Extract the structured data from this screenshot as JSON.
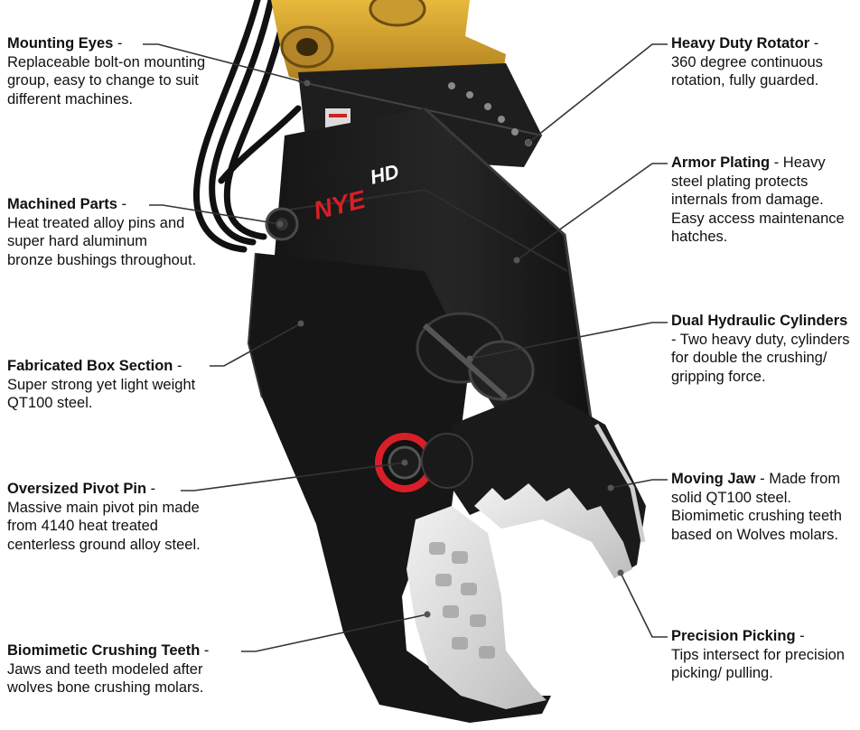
{
  "brand": {
    "logo": "NYE",
    "model": "HD"
  },
  "callouts": {
    "mounting_eyes": {
      "title": "Mounting Eyes",
      "dash": "-",
      "desc": "Replaceable bolt-on mounting group, easy to change to suit different machines."
    },
    "machined_parts": {
      "title": "Machined Parts",
      "dash": "-",
      "desc": "Heat treated alloy pins and super hard aluminum bronze bushings throughout."
    },
    "fabricated_box": {
      "title": "Fabricated Box Section",
      "dash": "-",
      "desc": "Super strong yet light weight QT100 steel."
    },
    "pivot_pin": {
      "title": "Oversized Pivot Pin",
      "dash": "-",
      "desc": "Massive main pivot pin made from 4140 heat treated  centerless ground alloy steel."
    },
    "crushing_teeth": {
      "title": "Biomimetic Crushing Teeth",
      "dash": "-",
      "desc": "Jaws and teeth modeled after wolves bone crushing molars."
    },
    "rotator": {
      "title": "Heavy Duty Rotator",
      "dash": "-",
      "desc": "360 degree continuous rotation, fully guarded."
    },
    "armor": {
      "title": "Armor Plating",
      "dash": "-",
      "desc": "Heavy steel plating protects internals from damage. Easy access maintenance hatches."
    },
    "cylinders": {
      "title": "Dual Hydraulic Cylinders",
      "dash": "-",
      "desc": "Two heavy duty, cylinders for double the crushing/ gripping force."
    },
    "moving_jaw": {
      "title": "Moving Jaw",
      "dash": "-",
      "desc": "Made from solid QT100 steel. Biomimetic crushing teeth based on Wolves molars."
    },
    "picking": {
      "title": "Precision Picking",
      "dash": "-",
      "desc": "Tips intersect for precision picking/ pulling."
    }
  },
  "colors": {
    "body": "#1b1b1b",
    "mount": "#d9a62e",
    "logo": "#d81e28",
    "pivot_ring": "#d81e28",
    "teeth": "#e4e4e4",
    "leader": "#333333"
  }
}
